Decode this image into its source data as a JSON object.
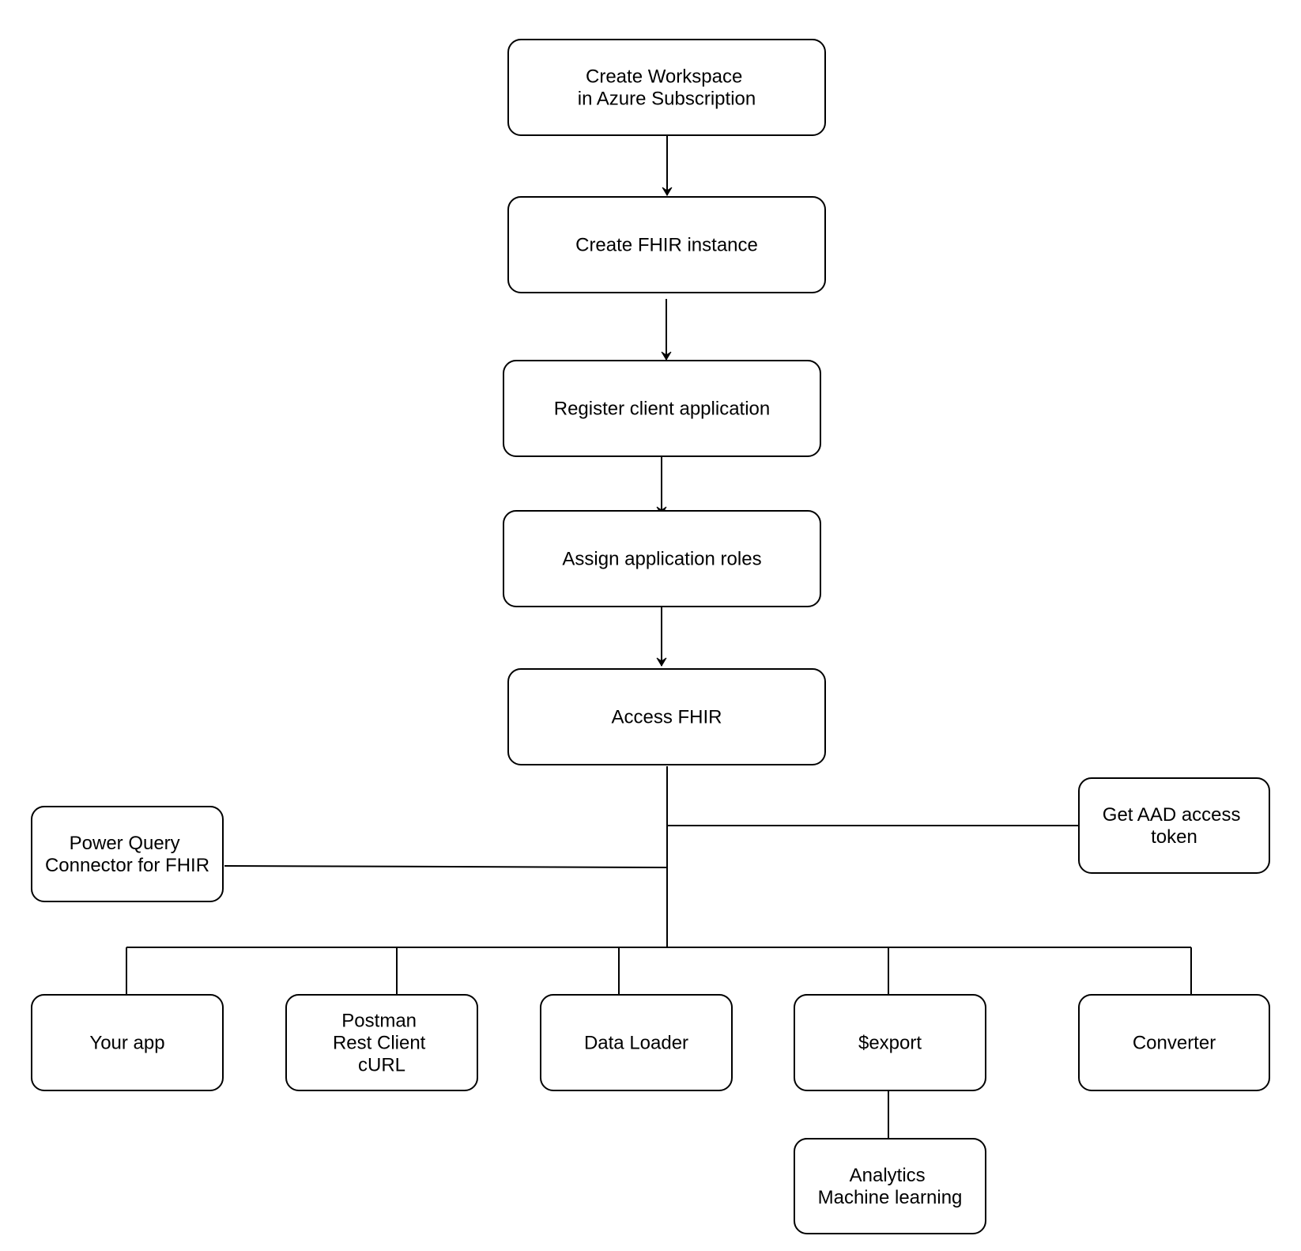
{
  "nodes": {
    "create_workspace": [
      "Create Workspace",
      "in Azure Subscription"
    ],
    "create_fhir": [
      "Create FHIR instance"
    ],
    "register_app": [
      "Register client application"
    ],
    "assign_roles": [
      "Assign application roles"
    ],
    "access_fhir": [
      "Access FHIR"
    ],
    "get_token": [
      "Get AAD access",
      "token"
    ],
    "power_query": [
      "Power Query",
      "Connector for FHIR"
    ],
    "your_app": [
      "Your app"
    ],
    "postman": [
      "Postman",
      "Rest Client",
      "cURL"
    ],
    "data_loader": [
      "Data Loader"
    ],
    "export": [
      "$export"
    ],
    "converter": [
      "Converter"
    ],
    "analytics": [
      "Analytics",
      "Machine learning"
    ]
  },
  "colors": {
    "stroke": "#000000",
    "fill": "#ffffff",
    "text": "#000000"
  }
}
